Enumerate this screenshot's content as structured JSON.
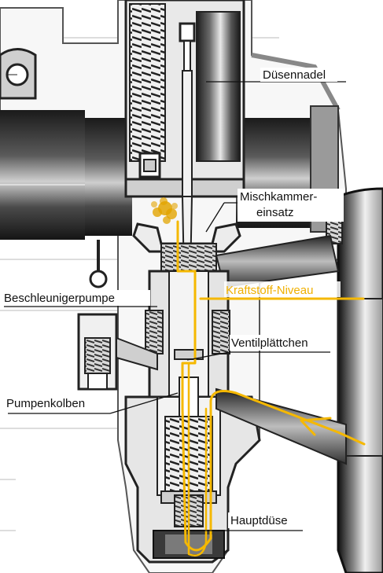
{
  "labels": {
    "needle": "Düsennadel",
    "mixing_1": "Mischkammer-",
    "mixing_2": "einsatz",
    "fuel_level": "Kraftstoff-Niveau",
    "accel_pump": "Beschleunigerpumpe",
    "valve_plate": "Ventilplättchen",
    "pump_piston": "Pumpenkolben",
    "main_jet": "Hauptdüse"
  },
  "colors": {
    "fuel_path": "#f5b800",
    "fuel_label": "#f0b000",
    "metal_dark": "#2b2b2b",
    "metal_mid": "#7a7a7a",
    "metal_light": "#d6d6d6"
  }
}
